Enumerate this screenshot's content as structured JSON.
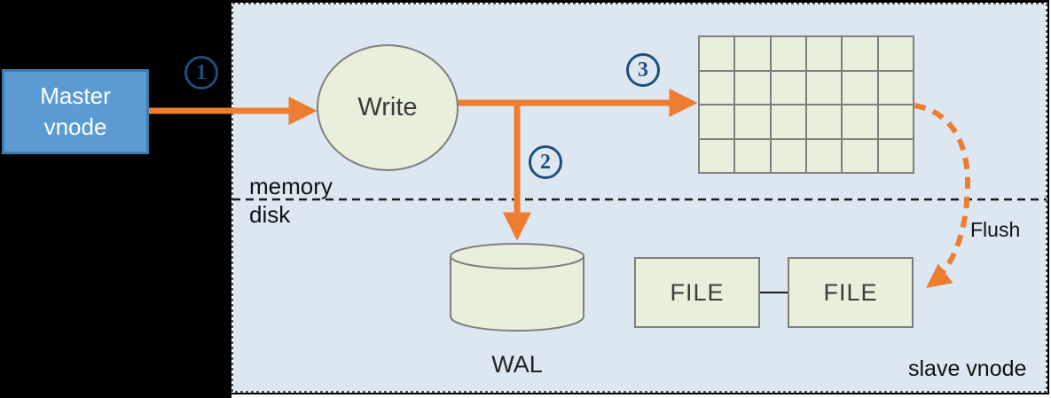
{
  "diagram": {
    "master_label": "Master\nvnode",
    "write_label": "Write",
    "steps": [
      {
        "n": "1"
      },
      {
        "n": "2"
      },
      {
        "n": "3"
      }
    ],
    "labels": {
      "memory": "memory",
      "disk": "disk",
      "wal": "WAL",
      "flush": "Flush",
      "slave_vnode": "slave vnode"
    },
    "file_boxes": [
      {
        "label": "FILE"
      },
      {
        "label": "FILE"
      }
    ],
    "grid": {
      "rows": 4,
      "cols": 6
    },
    "colors": {
      "canvas_bg": "#000000",
      "panel_bg": "#dce7f2",
      "node_fill": "#e8efda",
      "node_border": "#7f7f7f",
      "arrow_orange": "#ed7d31",
      "master_fill": "#5b9ad2",
      "master_border": "#3b7dae",
      "step_badge": "#1f4e79"
    }
  }
}
